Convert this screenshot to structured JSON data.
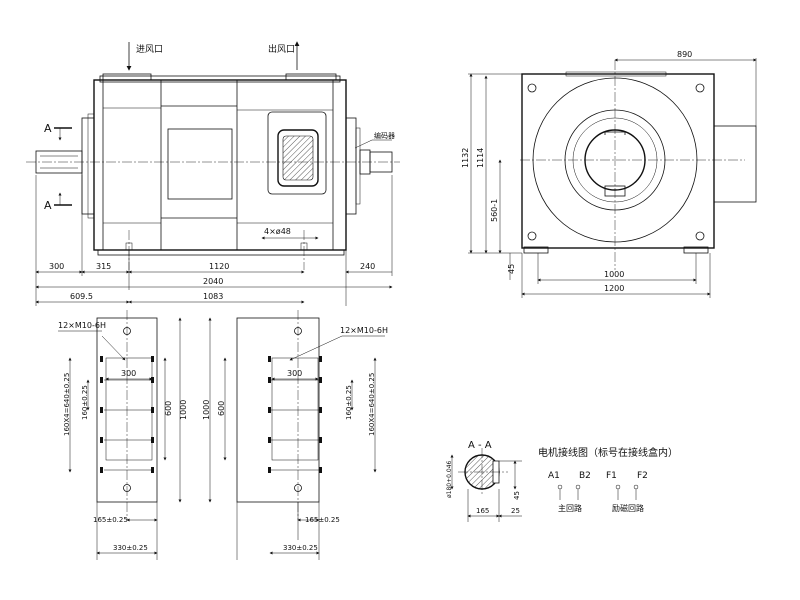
{
  "views": {
    "front": {
      "air_inlet": "进风口",
      "air_outlet": "出风口",
      "encoder": "编码器",
      "section_marks": [
        "A",
        "A"
      ],
      "dims": {
        "d300": "300",
        "d315": "315",
        "d1120": "1120",
        "d240": "240",
        "d2040": "2040",
        "d6095": "609.5",
        "d1083": "1083",
        "holes": "4×ø48"
      }
    },
    "end": {
      "dims": {
        "d890": "890",
        "d1132": "1132",
        "d1114": "1114",
        "d560": "560-1",
        "d45": "45",
        "d1000": "1000",
        "d1200": "1200"
      }
    },
    "foot_left": {
      "bolt": "12×M10-6H",
      "dims": {
        "d300": "300",
        "d160x4": "160X4=640±0.25",
        "d160": "160±0.25",
        "d600": "600",
        "d1000": "1000",
        "d165": "165±0.25",
        "d330": "330±0.25"
      }
    },
    "foot_right": {
      "bolt": "12×M10-6H",
      "dims": {
        "d300": "300",
        "d160x4": "160X4=640±0.25",
        "d160": "160±0.25",
        "d600": "600",
        "d1000": "1000",
        "d165": "165±0.25",
        "d330": "330±0.25"
      }
    },
    "section": {
      "title": "A - A",
      "dims": {
        "dia": "ø180+0.046",
        "d165": "165",
        "d25": "25",
        "d45": "45"
      }
    },
    "wiring": {
      "title": "电机接线图（标号在接线盒内）",
      "terminals": [
        "A1",
        "B2",
        "F1",
        "F2"
      ],
      "main_circuit": "主回路",
      "field_circuit": "励磁回路"
    }
  }
}
